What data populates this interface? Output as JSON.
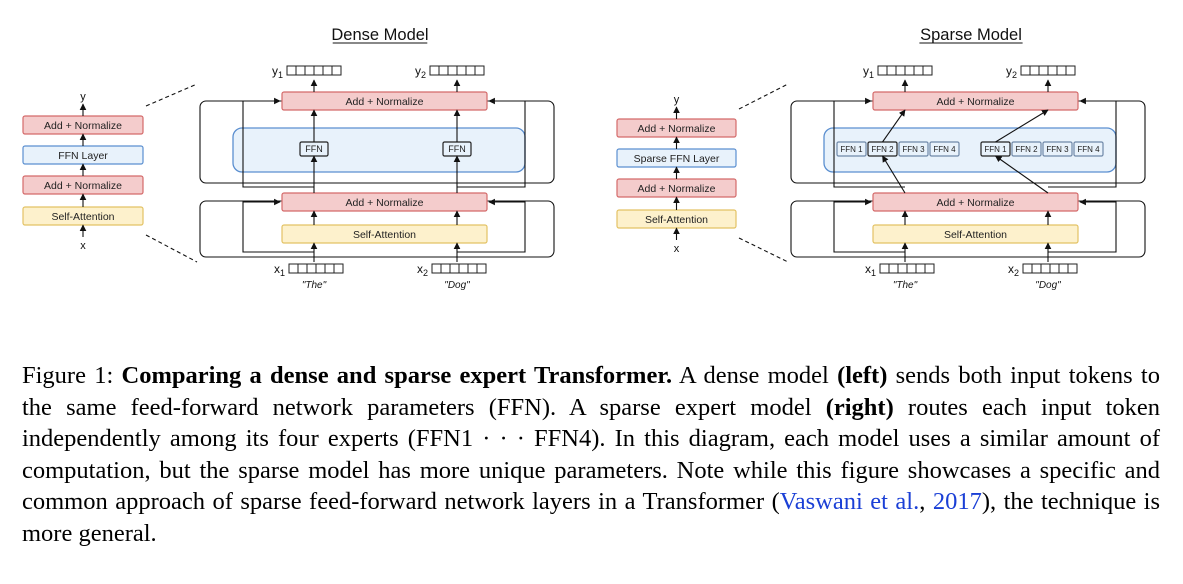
{
  "dense": {
    "title": "Dense Model",
    "small_stack": [
      "Add + Normalize",
      "FFN Layer",
      "Add + Normalize",
      "Self-Attention"
    ],
    "small_out": "y",
    "small_in": "x",
    "add_norm_top": "Add + Normalize",
    "add_norm_bottom": "Add + Normalize",
    "self_attention": "Self-Attention",
    "ffn_boxes": [
      "FFN",
      "FFN"
    ],
    "outputs": [
      "y",
      "y"
    ],
    "output_subs": [
      "1",
      "2"
    ],
    "inputs": [
      "x",
      "x"
    ],
    "input_subs": [
      "1",
      "2"
    ],
    "tokens": [
      "\"The\"",
      "\"Dog\""
    ]
  },
  "sparse": {
    "title": "Sparse Model",
    "small_stack": [
      "Add + Normalize",
      "Sparse FFN Layer",
      "Add + Normalize",
      "Self-Attention"
    ],
    "small_out": "y",
    "small_in": "x",
    "add_norm_top": "Add + Normalize",
    "add_norm_bottom": "Add + Normalize",
    "self_attention": "Self-Attention",
    "experts": [
      "FFN 1",
      "FFN 2",
      "FFN 3",
      "FFN 4"
    ],
    "outputs": [
      "y",
      "y"
    ],
    "output_subs": [
      "1",
      "2"
    ],
    "inputs": [
      "x",
      "x"
    ],
    "input_subs": [
      "1",
      "2"
    ],
    "tokens": [
      "\"The\"",
      "\"Dog\""
    ]
  },
  "caption": {
    "label": "Figure 1: ",
    "bold": "Comparing a dense and sparse expert Transformer.",
    "t1": " A dense model ",
    "left": "(left)",
    "t2": " sends both input tokens to the same feed-forward network parameters (FFN). A sparse expert model ",
    "right": "(right)",
    "t3": " routes each input token independently among its four experts (FFN1 · · · FFN4). In this diagram, each model uses a similar amount of computation, but the sparse model has more unique parameters. Note while this figure showcases a specific and common approach of sparse feed-forward network layers in a Transformer (",
    "cite_author": "Vaswani et al.",
    "cite_sep": ", ",
    "cite_year": "2017",
    "t4": "), the technique is more general."
  },
  "colors": {
    "add_norm_fill": "#f4cccc",
    "add_norm_stroke": "#d46a6a",
    "ffn_fill": "#e8f2fb",
    "ffn_stroke": "#5b8fd0",
    "attn_fill": "#fdf1cc",
    "attn_stroke": "#e3c264",
    "cite": "#1a3fd6"
  }
}
